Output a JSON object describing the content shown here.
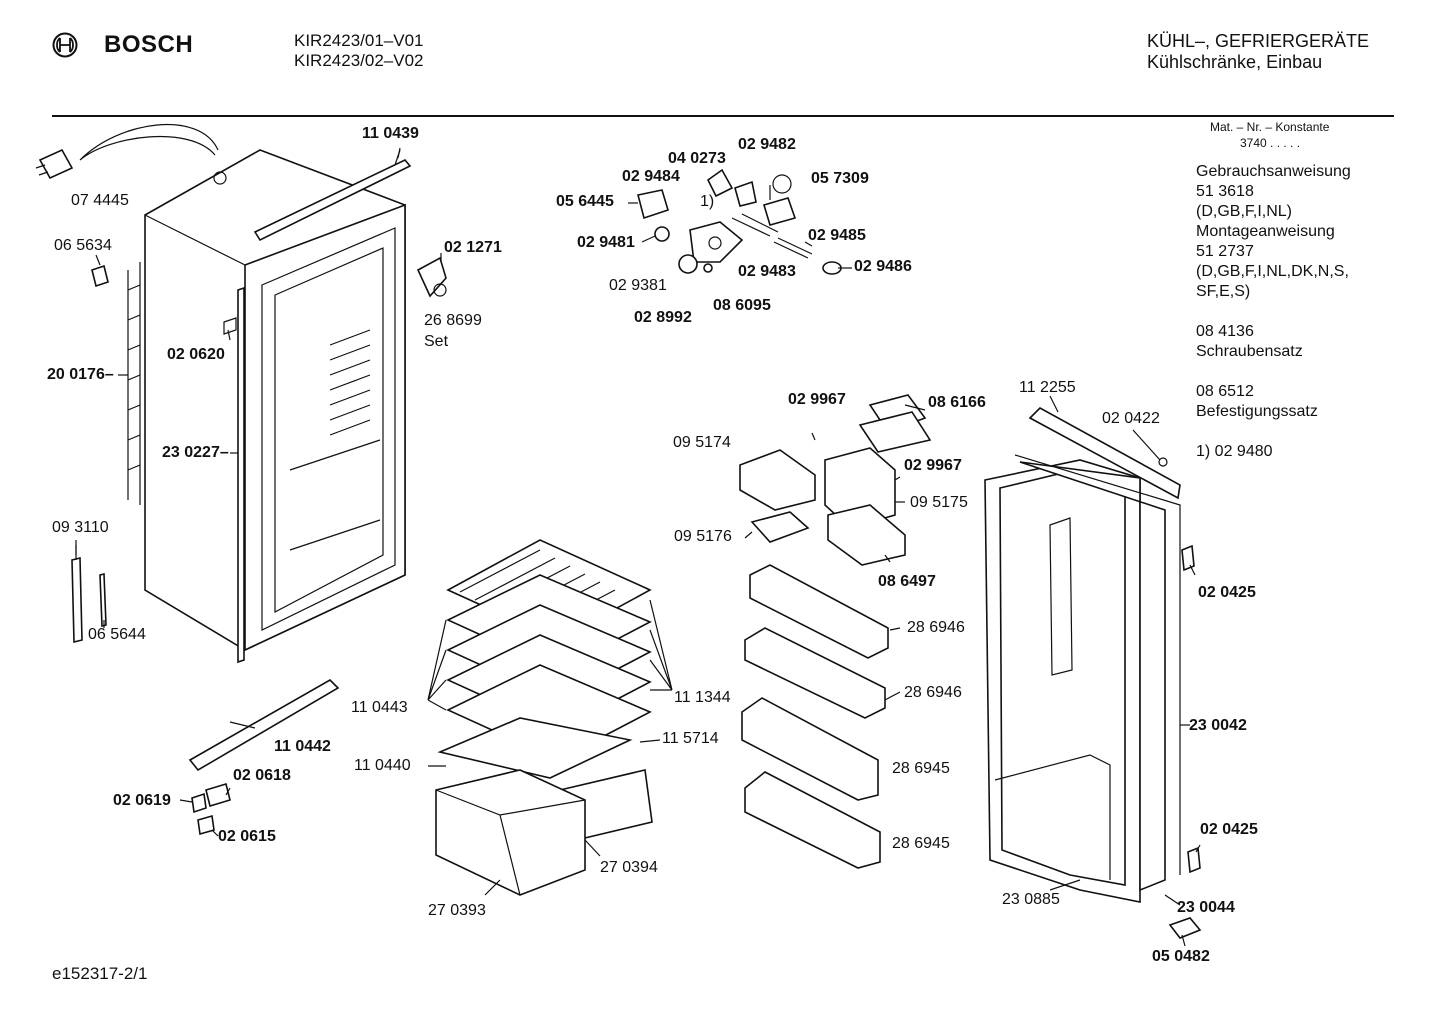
{
  "header": {
    "brand": "BOSCH",
    "models": [
      "KIR2423/01–V01",
      "KIR2423/02–V02"
    ],
    "category": [
      "KÜHL–, GEFRIERGERÄTE",
      "Kühlschränke, Einbau"
    ]
  },
  "sidebar": {
    "mat_nr": "Mat. – Nr. – Konstante",
    "mat_val": "3740  .  .  .  .  .",
    "lines": [
      "Gebrauchsanweisung",
      "51 3618",
      "(D,GB,F,I,NL)",
      "Montageanweisung",
      "51 2737",
      "(D,GB,F,I,NL,DK,N,S,",
      "SF,E,S)",
      "",
      "08 4136",
      "Schraubensatz",
      "",
      "08 6512",
      "Befestigungssatz",
      "",
      "1)  02 9480"
    ]
  },
  "footer": {
    "code": "e152317-2/1"
  },
  "parts": [
    {
      "text": "11 0439",
      "bold": true
    },
    {
      "text": "07 4445",
      "bold": false
    },
    {
      "text": "06 5634",
      "bold": false
    },
    {
      "text": "02 1271",
      "bold": true
    },
    {
      "text": "26 8699",
      "bold": false
    },
    {
      "text": "Set",
      "bold": false
    },
    {
      "text": "02 0620",
      "bold": true
    },
    {
      "text": "20 0176–",
      "bold": true
    },
    {
      "text": "23 0227–",
      "bold": true
    },
    {
      "text": "09 3110",
      "bold": false
    },
    {
      "text": "06 5644",
      "bold": false
    },
    {
      "text": "02 9482",
      "bold": true
    },
    {
      "text": "04 0273",
      "bold": true
    },
    {
      "text": "02 9484",
      "bold": true
    },
    {
      "text": "05 7309",
      "bold": true
    },
    {
      "text": "05 6445",
      "bold": true
    },
    {
      "text": "1)",
      "bold": false
    },
    {
      "text": "02 9485",
      "bold": true
    },
    {
      "text": "02 9481",
      "bold": true
    },
    {
      "text": "02 9483",
      "bold": true
    },
    {
      "text": "02 9486",
      "bold": true
    },
    {
      "text": "02 9381",
      "bold": false
    },
    {
      "text": "08 6095",
      "bold": true
    },
    {
      "text": "02 8992",
      "bold": true
    },
    {
      "text": "02 9967",
      "bold": true
    },
    {
      "text": "08 6166",
      "bold": true
    },
    {
      "text": "09 5174",
      "bold": false
    },
    {
      "text": "02 9967",
      "bold": true
    },
    {
      "text": "09 5175",
      "bold": false
    },
    {
      "text": "09 5176",
      "bold": false
    },
    {
      "text": "08 6497",
      "bold": true
    },
    {
      "text": "11 2255",
      "bold": false
    },
    {
      "text": "02 0422",
      "bold": false
    },
    {
      "text": "02 0425",
      "bold": true
    },
    {
      "text": "28 6946",
      "bold": false
    },
    {
      "text": "28 6946",
      "bold": false
    },
    {
      "text": "11 0443",
      "bold": false
    },
    {
      "text": "11 1344",
      "bold": false
    },
    {
      "text": "23 0042",
      "bold": true
    },
    {
      "text": "11 0442",
      "bold": true
    },
    {
      "text": "11 0440",
      "bold": false
    },
    {
      "text": "11 5714",
      "bold": false
    },
    {
      "text": "28 6945",
      "bold": false
    },
    {
      "text": "02 0618",
      "bold": true
    },
    {
      "text": "02 0619",
      "bold": true
    },
    {
      "text": "02 0615",
      "bold": true
    },
    {
      "text": "27 0394",
      "bold": false
    },
    {
      "text": "28 6945",
      "bold": false
    },
    {
      "text": "02 0425",
      "bold": true
    },
    {
      "text": "27 0393",
      "bold": false
    },
    {
      "text": "23 0885",
      "bold": false
    },
    {
      "text": "23 0044",
      "bold": true
    },
    {
      "text": "05 0482",
      "bold": true
    }
  ]
}
